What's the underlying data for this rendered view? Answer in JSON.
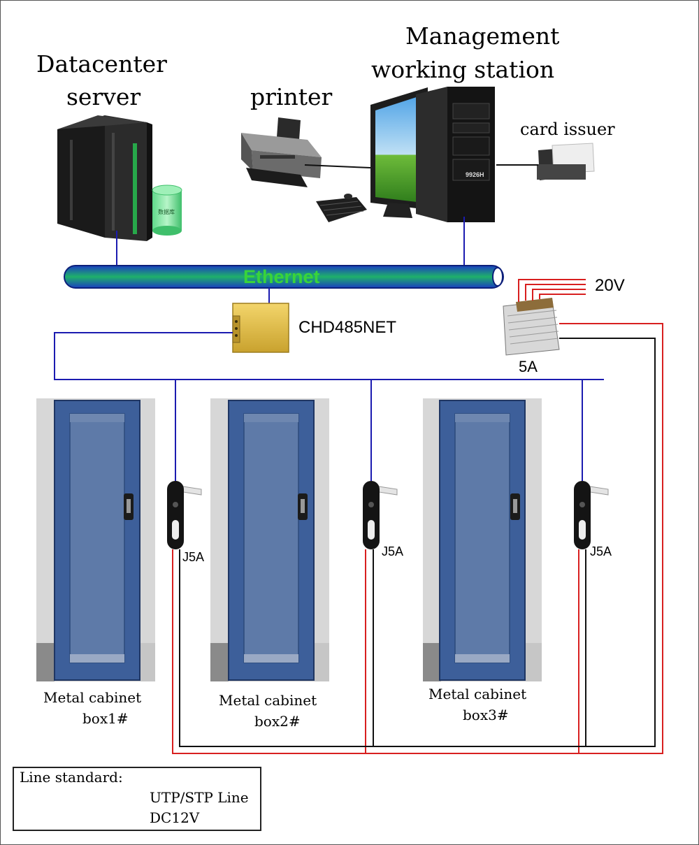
{
  "labels": {
    "datacenter_l1": "Datacenter",
    "datacenter_l2": "server",
    "printer": "printer",
    "management_l1": "Management",
    "management_l2": "working station",
    "card_issuer": "card issuer",
    "ethernet": "Ethernet",
    "v20": "20V",
    "a5": "5A",
    "chd": "CHD485NET",
    "j5a_1": "J5A",
    "j5a_2": "J5A",
    "j5a_3": "J5A",
    "cab1_l1": "Metal cabinet",
    "cab1_l2": "box1#",
    "cab2_l1": "Metal cabinet",
    "cab2_l2": "box2#",
    "cab3_l1": "Metal cabinet",
    "cab3_l2": "box3#",
    "pc_brand": "9926H",
    "storage_label": "数据库"
  },
  "legend": {
    "title": "Line standard:",
    "utp": "UTP/STP Line",
    "dc": "DC12V"
  },
  "colors": {
    "blue_line": "#1b1bb0",
    "red_line": "#d81f1f",
    "black_line": "#111111",
    "ethernet_text": "#39d43a",
    "cabinet_door": "#3d5f9a"
  }
}
